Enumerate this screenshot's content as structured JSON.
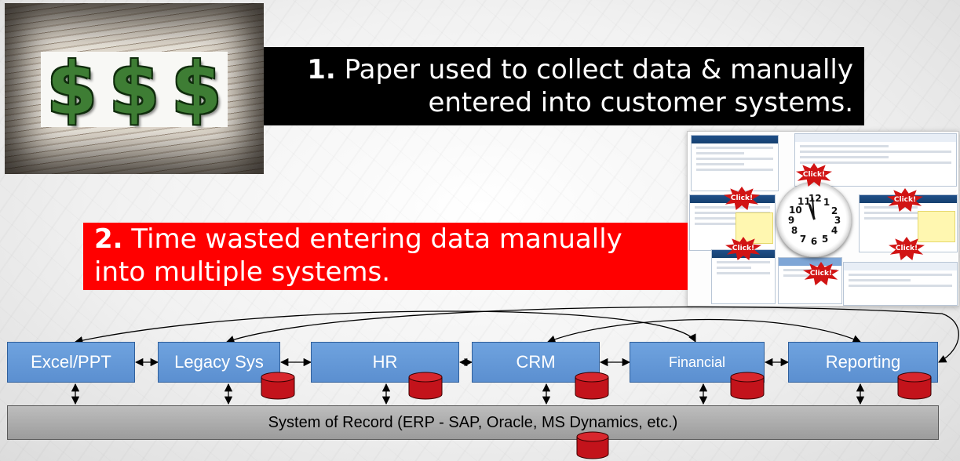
{
  "callout_1": {
    "number": "1.",
    "line1": "Paper used to collect data & manually",
    "line2": "entered into customer systems."
  },
  "callout_2": {
    "number": "2.",
    "line1": "Time wasted entering data manually",
    "line2": "into multiple systems."
  },
  "photo": {
    "dollar_symbol": "$"
  },
  "collage": {
    "click_label": "Click!",
    "clock_numbers": [
      "12",
      "1",
      "2",
      "3",
      "4",
      "5",
      "6",
      "7",
      "8",
      "9",
      "10",
      "11"
    ]
  },
  "systems": [
    {
      "id": "excel",
      "label": "Excel/PPT",
      "has_database": false
    },
    {
      "id": "legacy",
      "label": "Legacy Sys",
      "has_database": true
    },
    {
      "id": "hr",
      "label": "HR",
      "has_database": true
    },
    {
      "id": "crm",
      "label": "CRM",
      "has_database": true
    },
    {
      "id": "financial",
      "label": "Financial",
      "has_database": true
    },
    {
      "id": "reporting",
      "label": "Reporting",
      "has_database": true
    }
  ],
  "system_of_record": {
    "label": "System of Record (ERP - SAP, Oracle, MS Dynamics, etc.)",
    "has_database": true
  },
  "colors": {
    "system_box": "#5b8fd0",
    "database": "#c3131b",
    "callout_1_bg": "#000000",
    "callout_2_bg": "#ff0000",
    "dollar_green": "#3e7d34"
  }
}
